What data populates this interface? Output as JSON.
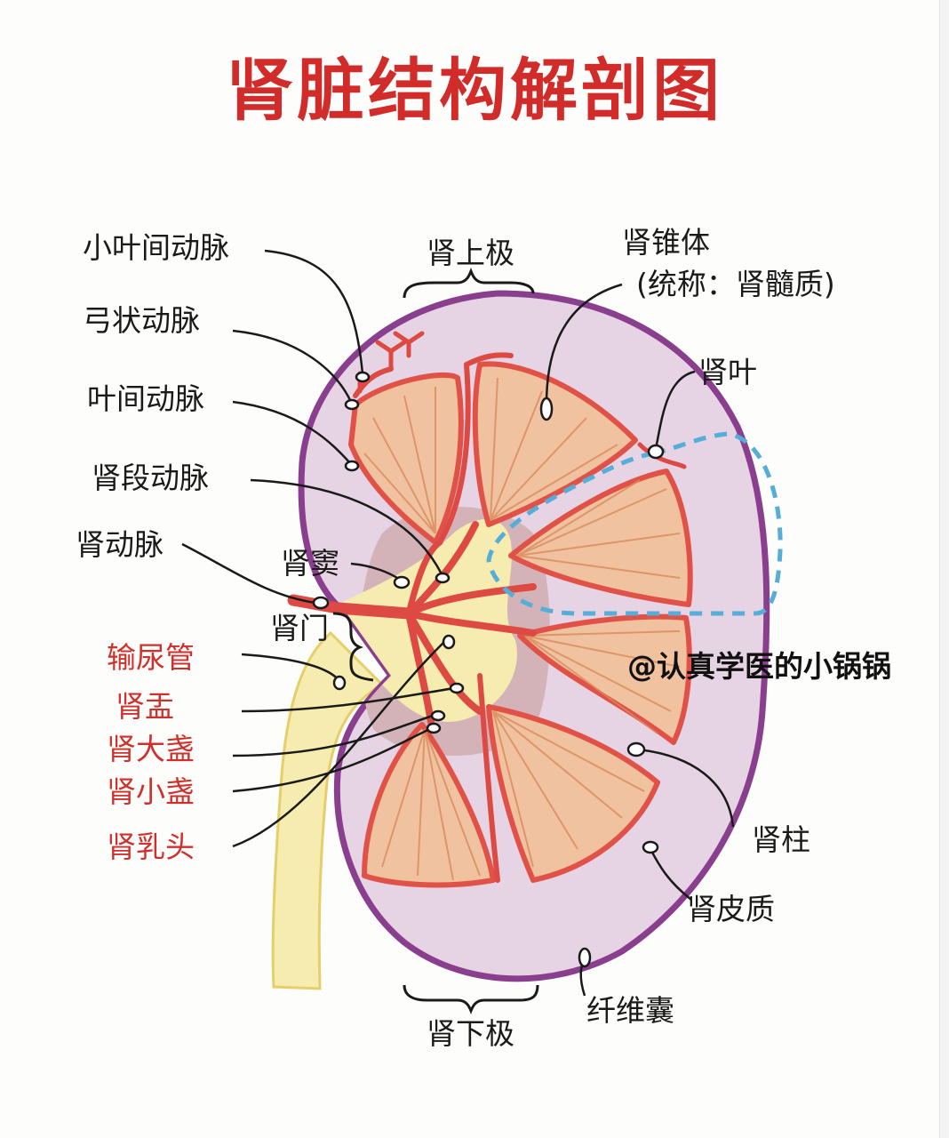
{
  "title": "肾脏结构解剖图",
  "watermark": "@认真学医的小锅锅",
  "labels": {
    "interlobular_artery": "小叶间动脉",
    "arcuate_artery": "弓状动脉",
    "interlobar_artery": "叶间动脉",
    "segmental_artery": "肾段动脉",
    "renal_artery": "肾动脉",
    "renal_sinus": "肾窦",
    "renal_hilum": "肾门",
    "ureter": "输尿管",
    "renal_pelvis": "肾盂",
    "major_calyx": "肾大盏",
    "minor_calyx": "肾小盏",
    "renal_papilla": "肾乳头",
    "upper_pole": "肾上极",
    "lower_pole": "肾下极",
    "renal_pyramid": "肾锥体",
    "renal_pyramid_note": "(统称：肾髓质)",
    "renal_lobe": "肾叶",
    "renal_column": "肾柱",
    "renal_cortex": "肾皮质",
    "fibrous_capsule": "纤维囊"
  },
  "colors": {
    "title": "#d12c2a",
    "capsule": "#8a3f8e",
    "cortex": "#e6d3e3",
    "pyramid_fill": "#f0c2a0",
    "pyramid_border": "#e05247",
    "artery": "#dd4a44",
    "sinus": "#d3b3b7",
    "pelvis": "#f7ecb0",
    "lobe_outline": "#56aed8",
    "red_labels": "#d0302c"
  }
}
